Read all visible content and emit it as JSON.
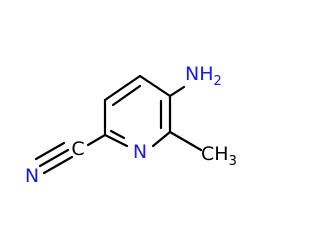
{
  "molecule": {
    "labels": {
      "amino": "NH",
      "amino_sub": "2",
      "ring_nitrogen": "N",
      "nitrile_nitrogen": "N",
      "nitrile_carbon": "C",
      "methyl": "CH",
      "methyl_sub": "3"
    },
    "colors": {
      "bond": "#000000",
      "nitrogen": "#1a1ae6",
      "carbon": "#000000",
      "background": "#ffffff"
    }
  }
}
